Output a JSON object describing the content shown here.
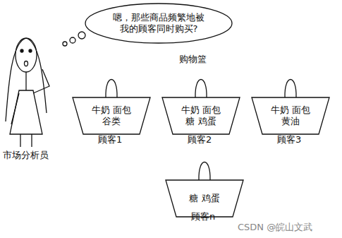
{
  "diagram": {
    "nodes": [
      {
        "text": [
          "嗯，那些商品频繁地被 我的顾客同时购买?"
        ]
      },
      {
        "text": [
          "牛奶 面包 谷类",
          "顾客1"
        ]
      },
      {
        "text": [
          "牛奶 面包 糖 鸡蛋",
          "顾客2"
        ]
      },
      {
        "text": [
          "牛奶 面包 黄油",
          "顾客3"
        ]
      },
      {
        "text": [
          "糖 鸡蛋",
          "顾客n"
        ]
      }
    ],
    "labels": [
      "市场分析员",
      "购物篮",
      "CSDN @皖山文武"
    ]
  }
}
